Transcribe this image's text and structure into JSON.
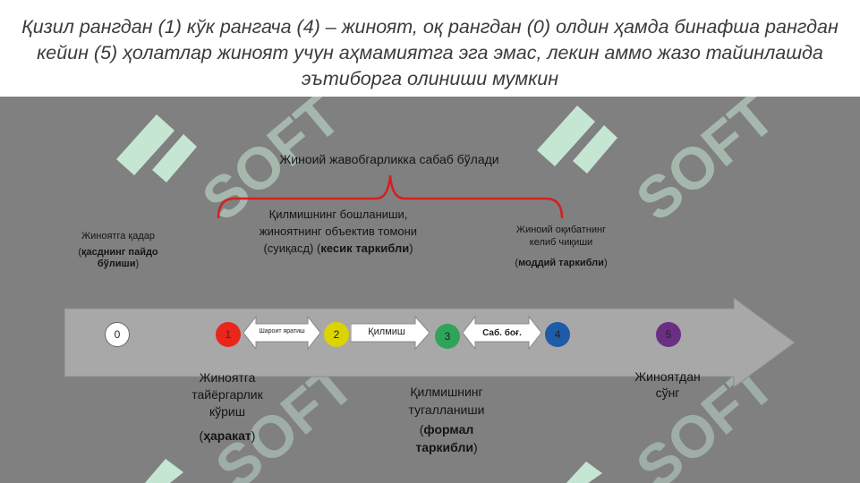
{
  "title": "Қизил рангдан (1) кўк рангача (4) – жиноят, оқ рангдан (0) олдин ҳамда бинафша рангдан кейин (5) ҳолатлар жиноят учун аҳмамиятга эга эмас, лекин аммо жазо тайинлашда эътиборга олиниши мумкин",
  "brace_label": "Жиноий жавобгарликка сабаб бўлади",
  "before_crime": {
    "line1": "Жиноятга қадар",
    "open_paren": "(",
    "bold": "қасднинг пайдо бўлиши",
    "close_paren": ")"
  },
  "start_of_act": {
    "text": "Қилмишнинг бошланиши, жиноятнинг объектив томони (суиқасд) (",
    "bold": "кесик таркибли",
    "close_paren": ")"
  },
  "consequence": {
    "text": "Жиноий оқибатнинг келиб чиқиши",
    "open_paren": "(",
    "bold": "моддий таркибли",
    "close_paren": ")"
  },
  "preparation": {
    "text": "Жиноятга тайёргарлик кўриш",
    "open_paren": "(",
    "bold": "ҳаракат",
    "close_paren": ")"
  },
  "completion": {
    "text": "Қилмишнинг тугалланиши",
    "open_paren": "(",
    "bold": "формал таркибли",
    "close_paren": ")"
  },
  "after_crime": "Жиноятдан сўнг",
  "circles": [
    "0",
    "1",
    "2",
    "3",
    "4",
    "5"
  ],
  "arrows": [
    "Шароит яратиш",
    "Қилмиш",
    "Саб. боғ."
  ],
  "watermark": "SOFT",
  "colors": {
    "background": "#808080",
    "timeline": "#a8a8a8",
    "circle_0": "#ffffff",
    "circle_1": "#e8261c",
    "circle_2": "#dcd400",
    "circle_3": "#2fa35a",
    "circle_4": "#1e5ba8",
    "circle_5": "#6a2f85",
    "brace": "#d42020",
    "watermark": "#c6e6d4"
  }
}
